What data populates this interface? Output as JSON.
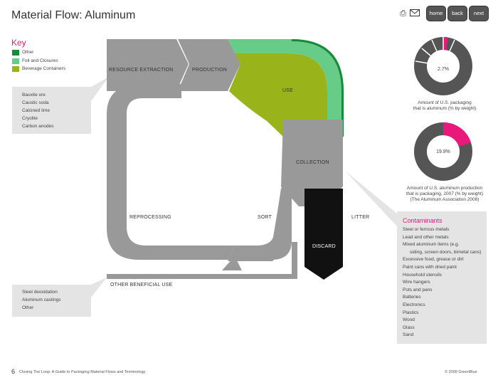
{
  "header": {
    "title": "Material Flow: Aluminum"
  },
  "nav": {
    "home": "home",
    "back": "back",
    "next": "next",
    "print_icon": "printer-icon",
    "mail_icon": "mail-icon"
  },
  "key": {
    "title": "Key",
    "items": [
      {
        "label": "Other",
        "color": "#1a8a3a"
      },
      {
        "label": "Foil and Closures",
        "color": "#66cc88"
      },
      {
        "label": "Beverage Containers",
        "color": "#99b31a"
      }
    ]
  },
  "inputs_callout": {
    "items": [
      "Bauxite ore",
      "Caustic soda",
      "Calcined lime",
      "Cryolite",
      "Carbon anodes"
    ]
  },
  "outputs_callout": {
    "items": [
      "Steel deoxidation",
      "Aluminum castings",
      "Other"
    ]
  },
  "flow": {
    "resource_extraction": "RESOURCE EXTRACTION",
    "production": "PRODUCTION",
    "use": "USE",
    "collection": "COLLECTION",
    "reprocessing": "REPROCESSING",
    "sort": "SORT",
    "discard": "DISCARD",
    "litter": "LITTER",
    "other_beneficial_use": "OTHER BENEFICIAL USE"
  },
  "donut1": {
    "value": 2.7,
    "label": "2.7%",
    "caption": [
      "Amount of U.S. packaging",
      "that is aluminum (% by weight)"
    ]
  },
  "donut2": {
    "value": 19.9,
    "label": "19.9%",
    "caption": [
      "Amount of U.S. aluminum production",
      "that is packaging, 2007 (% by weight)",
      "(The Aluminum Association 2008)"
    ]
  },
  "contaminants": {
    "title": "Contaminants",
    "items": [
      "Steel or ferrous metals",
      "Lead and other metals",
      "Mixed aluminum items (e.g.",
      "siding, screen doors, bimetal cans)",
      "Excessive food, grease or dirt",
      "Paint cans with dried paint",
      "Household utensils",
      "Wire hangers",
      "Pots and pans",
      "Batteries",
      "Electronics",
      "Plastics",
      "Wood",
      "Glass",
      "Sand"
    ]
  },
  "footer": {
    "page_number": "6",
    "book_title": "Closing The Loop: A Guide to Packaging Material Flows and Terminology",
    "copyright": "© 2009 GreenBlue"
  },
  "colors": {
    "gray": "#999999",
    "dark": "#555555",
    "pink": "#e8197a",
    "green_dark": "#1a8a3a",
    "green_light": "#66cc88",
    "olive": "#99b31a"
  }
}
